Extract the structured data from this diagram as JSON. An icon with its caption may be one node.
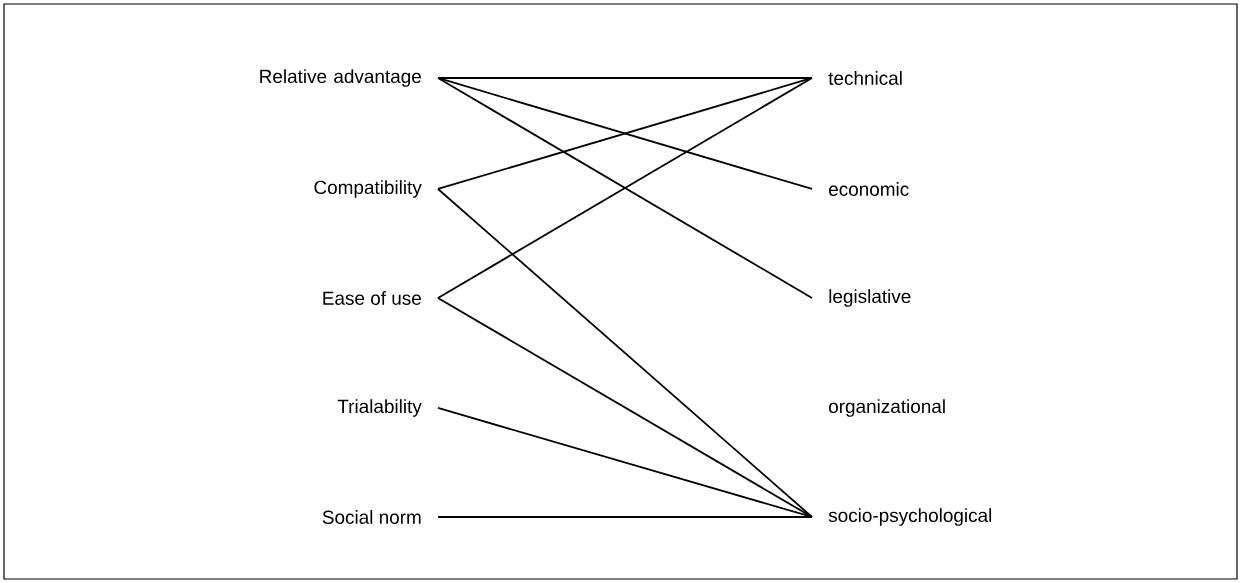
{
  "diagram": {
    "nodes": [
      {
        "text": [
          "Relative advantage"
        ]
      },
      {
        "text": [
          "Compatibility"
        ]
      },
      {
        "text": [
          "Ease of use"
        ]
      },
      {
        "text": [
          "Trialability"
        ]
      },
      {
        "text": [
          "Social norm"
        ]
      },
      {
        "text": [
          "technical"
        ]
      },
      {
        "text": [
          "economic"
        ]
      },
      {
        "text": [
          "legislative"
        ]
      },
      {
        "text": [
          "organizational"
        ]
      },
      {
        "text": [
          "socio-psychological"
        ]
      }
    ],
    "edges": [
      {
        "from": 0,
        "to": 5,
        "arrow": "none"
      },
      {
        "from": 0,
        "to": 6,
        "arrow": "none"
      },
      {
        "from": 0,
        "to": 7,
        "arrow": "none"
      },
      {
        "from": 1,
        "to": 5,
        "arrow": "none"
      },
      {
        "from": 1,
        "to": 9,
        "arrow": "none"
      },
      {
        "from": 2,
        "to": 5,
        "arrow": "none"
      },
      {
        "from": 2,
        "to": 9,
        "arrow": "none"
      },
      {
        "from": 3,
        "to": 9,
        "arrow": "none"
      },
      {
        "from": 4,
        "to": 9,
        "arrow": "none"
      }
    ]
  }
}
